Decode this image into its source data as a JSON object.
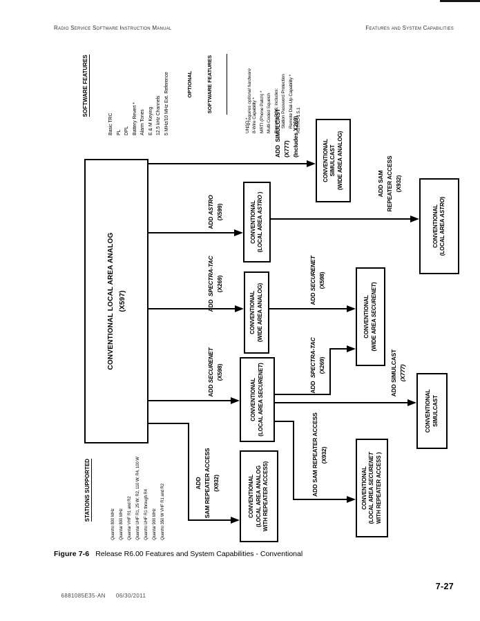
{
  "page": {
    "header": {
      "left": "Radio Service Software Instruction Manual",
      "right": "Features and System Capabilities"
    },
    "footer": {
      "doc_number": "6881085E35-AN",
      "date": "06/30/2011",
      "page_number": "7-27"
    },
    "caption": {
      "label": "Figure 7-6",
      "text": "Release R6.00 Features and System Capabilities - Conventional"
    }
  },
  "lists": {
    "software_features": {
      "title": "SOFTWARE FEATURES",
      "items": [
        [
          [
            "Basic TRC",
            false
          ]
        ],
        [
          [
            "PL",
            false
          ]
        ],
        [
          [
            "DPL",
            false
          ]
        ],
        [
          [
            "Battery Revert *",
            false
          ]
        ],
        [
          [
            "Alarm Tones",
            false
          ]
        ],
        [
          [
            "E & M Keying",
            false
          ]
        ],
        [
          [
            "12.5 kHz Channels",
            false
          ]
        ],
        [
          [
            "5 MHz/10 MHz Ext. Reference",
            false
          ]
        ]
      ]
    },
    "optional_software_features": {
      "title_line1": "OPTIONAL",
      "title_line2": "SOFTWARE FEATURES",
      "items": [
        [
          [
            "UHSO *",
            false
          ]
        ],
        [
          [
            "8-Wire Capability *",
            false
          ]
        ],
        [
          [
            "MRTI (Phone Patch) *",
            false
          ]
        ],
        [
          [
            "Multi-Coded Squelch",
            false
          ]
        ],
        [
          [
            "Remote RSS; includes:",
            false
          ]
        ],
        [
          [
            "    Station Password Protection",
            false
          ]
        ],
        [
          [
            "    Remote Dial-Up Capability *",
            false
          ]
        ],
        [
          [
            "ASTRO 1.5.1",
            false
          ]
        ]
      ],
      "footnote": "* = requires optional hardware"
    },
    "stations_supported": {
      "title": "STATIONS SUPPORTED",
      "items": [
        [
          [
            "Quantro",
            true
          ],
          [
            " 800 MHz",
            false
          ]
        ],
        [
          [
            "Quantar",
            true
          ],
          [
            " 800 MHz",
            false
          ]
        ],
        [
          [
            "Quantar",
            true
          ],
          [
            " VHF R1 and R2",
            false
          ]
        ],
        [
          [
            "Quantar",
            true
          ],
          [
            " UHF R1, 25 W; R2, 110 W; R4, 100 W",
            false
          ]
        ],
        [
          [
            "Quantro",
            true
          ],
          [
            " UHF R1 through R4",
            false
          ]
        ],
        [
          [
            "Quantar",
            true
          ],
          [
            " 900 MHz",
            false
          ]
        ],
        [
          [
            "Quantro",
            true
          ],
          [
            " 350 W VHF R1 and R2",
            false
          ]
        ]
      ]
    }
  },
  "diagram": {
    "boxes": {
      "main": {
        "lines": [
          [
            [
              "CONVENTIONAL LOCAL AREA ANALOG",
              false
            ]
          ],
          [
            [
              "(X597)",
              false
            ]
          ]
        ]
      },
      "local_astro": {
        "lines": [
          [
            [
              "CONVENTIONAL",
              false
            ]
          ],
          [
            [
              "(LOCAL AREA ",
              false
            ],
            [
              "ASTRO",
              true
            ],
            [
              " )",
              false
            ]
          ]
        ]
      },
      "wide_analog": {
        "lines": [
          [
            [
              "CONVENTIONAL",
              false
            ]
          ],
          [
            [
              "(WIDE AREA ANALOG)",
              false
            ]
          ]
        ]
      },
      "local_securenet": {
        "lines": [
          [
            [
              "CONVENTIONAL",
              false
            ]
          ],
          [
            [
              "(LOCAL AREA ",
              false
            ],
            [
              "SECURENET",
              true
            ],
            [
              ")",
              false
            ]
          ]
        ]
      },
      "analog_repeater": {
        "lines": [
          [
            [
              "CONVENTIONAL",
              false
            ]
          ],
          [
            [
              "(LOCAL AREA ANALOG",
              false
            ]
          ],
          [
            [
              "WITH REPEATER ACCESS)",
              false
            ]
          ]
        ]
      },
      "simulcast_wide": {
        "lines": [
          [
            [
              "CONVENTIONAL",
              false
            ]
          ],
          [
            [
              "SIMULCAST",
              false
            ]
          ],
          [
            [
              "(WIDE AREA ANALOG)",
              false
            ]
          ]
        ]
      },
      "wide_securenet": {
        "lines": [
          [
            [
              "CONVENTIONAL",
              false
            ]
          ],
          [
            [
              "(WIDE AREA ",
              false
            ],
            [
              "SECURENET",
              true
            ],
            [
              ")",
              false
            ]
          ]
        ]
      },
      "securenet_repeater": {
        "lines": [
          [
            [
              "CONVENTIONAL",
              false
            ]
          ],
          [
            [
              "(LOCAL AREA ",
              false
            ],
            [
              "SECURENET",
              true
            ]
          ],
          [
            [
              "WITH REPEATER ACCESS )",
              false
            ]
          ]
        ]
      },
      "local_astro_sam": {
        "lines": [
          [
            [
              "CONVENTIONAL",
              false
            ]
          ],
          [
            [
              "(LOCAL AREA ",
              false
            ],
            [
              "ASTRO",
              true
            ],
            [
              ")",
              false
            ]
          ]
        ]
      },
      "simulcast": {
        "lines": [
          [
            [
              "CONVENTIONAL",
              false
            ]
          ],
          [
            [
              "SIMULCAST",
              false
            ]
          ]
        ]
      }
    },
    "labels": {
      "add_astro": {
        "lines": [
          [
            [
              "ADD ",
              false
            ],
            [
              "ASTRO",
              true
            ]
          ],
          [
            [
              "(X599)",
              false
            ]
          ]
        ]
      },
      "add_spectra_tac": {
        "lines": [
          [
            [
              "ADD  ",
              false
            ],
            [
              "SPECTRA-TAC",
              true
            ]
          ],
          [
            [
              "(X269)",
              false
            ]
          ]
        ]
      },
      "add_securenet": {
        "lines": [
          [
            [
              "ADD ",
              false
            ],
            [
              "SECURENET",
              true
            ]
          ],
          [
            [
              "(X598)",
              false
            ]
          ]
        ]
      },
      "add_sam_repeater": {
        "lines": [
          [
            [
              "ADD",
              false
            ]
          ],
          [
            [
              "SAM REPEATER ACCESS",
              false
            ]
          ],
          [
            [
              "(X932)",
              false
            ]
          ]
        ]
      },
      "add_simulcast_top": {
        "lines": [
          [
            [
              "ADD  SIMULCAST",
              false
            ]
          ],
          [
            [
              "(X777)",
              false
            ]
          ],
          [
            [
              "(Includes X269)",
              false
            ]
          ]
        ]
      },
      "add_sam_right": {
        "lines": [
          [
            [
              "ADD SAM",
              false
            ]
          ],
          [
            [
              "REPEATER ACCESS",
              false
            ]
          ],
          [
            [
              "(X932)",
              false
            ]
          ]
        ]
      },
      "add_securenet_mid": {
        "lines": [
          [
            [
              "ADD ",
              false
            ],
            [
              "SECURENET",
              true
            ]
          ],
          [
            [
              "(X598)",
              false
            ]
          ]
        ]
      },
      "add_spectra_tac_mid": {
        "lines": [
          [
            [
              "ADD  ",
              false
            ],
            [
              "SPECTRA-TAC",
              true
            ]
          ],
          [
            [
              "(X269)",
              false
            ]
          ]
        ]
      },
      "add_simulcast": {
        "lines": [
          [
            [
              "ADD SIMULCAST",
              false
            ]
          ],
          [
            [
              "(X777)",
              true
            ]
          ]
        ]
      },
      "add_sam_bottom": {
        "lines": [
          [
            [
              "ADD SAM REPEATER ACCESS",
              false
            ]
          ],
          [
            [
              "(X932)",
              false
            ]
          ]
        ]
      }
    }
  }
}
